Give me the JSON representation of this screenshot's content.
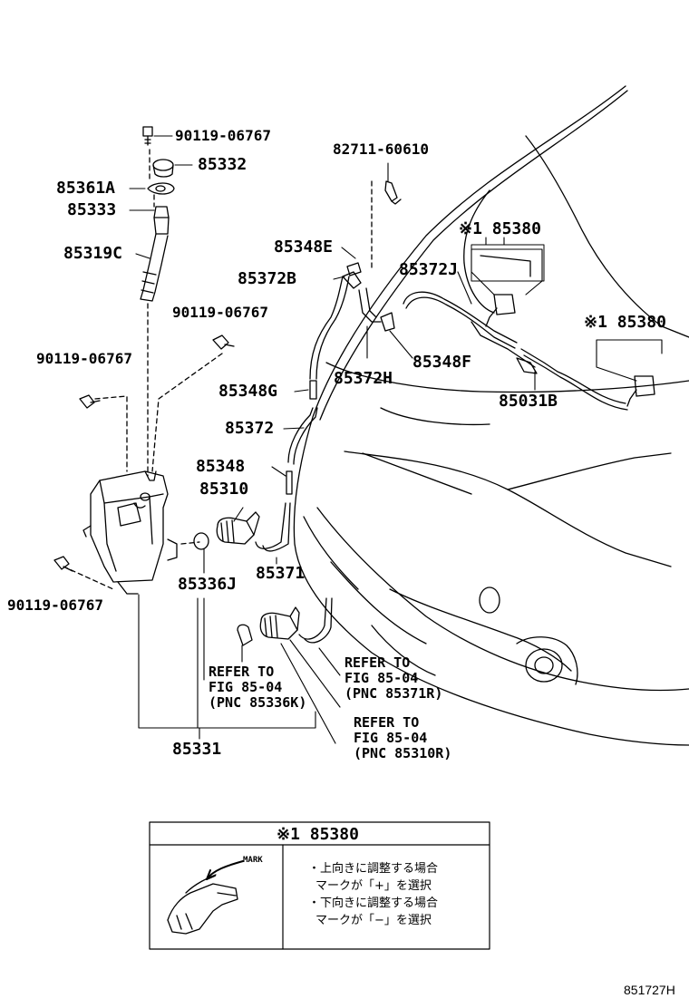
{
  "labels": {
    "p90119_top": "90119-06767",
    "p85332": "85332",
    "p85361A": "85361A",
    "p85333": "85333",
    "p85319C": "85319C",
    "p90119_mid": "90119-06767",
    "p90119_left": "90119-06767",
    "p90119_bottom": "90119-06767",
    "p82711": "82711-60610",
    "p85348E": "85348E",
    "p85372B": "85372B",
    "p85348G": "85348G",
    "p85372": "85372",
    "p85348": "85348",
    "p85310": "85310",
    "p85336J": "85336J",
    "p85371": "85371",
    "p85372H": "85372H",
    "p85348F": "85348F",
    "p85372J": "85372J",
    "p85380_a": "※1 85380",
    "p85380_b": "※1 85380",
    "p85031B": "85031B",
    "p85331": "85331"
  },
  "refs": {
    "ref1": [
      "REFER TO",
      "FIG 85-04",
      "(PNC 85336K)"
    ],
    "ref2": [
      "REFER TO",
      "FIG 85-04",
      "(PNC 85371R)"
    ],
    "ref3": [
      "REFER TO",
      "FIG 85-04",
      "(PNC 85310R)"
    ]
  },
  "legend": {
    "title": "※1 85380",
    "mark": "MARK",
    "lines": [
      "・上向きに調整する場合",
      "マークが「+」を選択",
      "・下向きに調整する場合",
      "マークが「−」を選択"
    ]
  },
  "figure_code": "851727H"
}
